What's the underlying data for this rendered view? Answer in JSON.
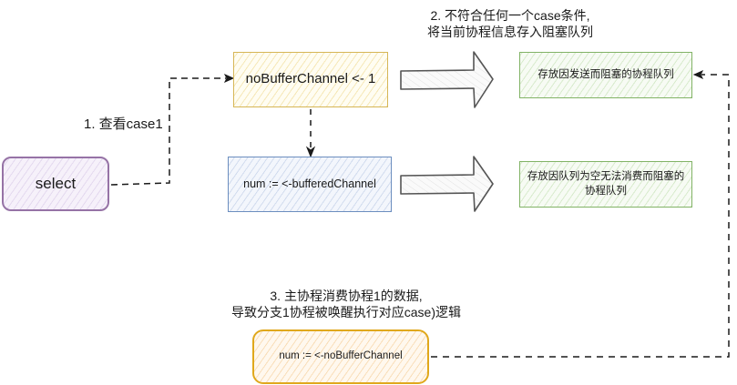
{
  "diagram": {
    "nodes": {
      "select": {
        "label": "select",
        "stroke": "#9673a6"
      },
      "send_case": {
        "label": "noBufferChannel <- 1",
        "stroke": "#d6b656"
      },
      "recv_case": {
        "label": "num := <-bufferedChannel",
        "stroke": "#6c8ebf"
      },
      "send_queue": {
        "label": "存放因发送而阻塞的协程队列",
        "stroke": "#82b366"
      },
      "recv_queue": {
        "label": "存放因队列为空无法消费而阻塞的协程队列",
        "stroke": "#82b366"
      },
      "consume": {
        "label": "num := <-noBufferChannel",
        "stroke": "#d79b00"
      }
    },
    "annotations": {
      "step1": "1. 查看case1",
      "step2_line1": "2. 不符合任何一个case条件,",
      "step2_line2": "将当前协程信息存入阻塞队列",
      "step3_line1": "3. 主协程消费协程1的数据,",
      "step3_line2": "导致分支1协程被唤醒执行对应case)逻辑"
    },
    "edges": [
      {
        "from": "select",
        "to": "send_case",
        "style": "dashed"
      },
      {
        "from": "send_case",
        "to": "recv_case",
        "style": "dashed"
      },
      {
        "from": "send_case",
        "to": "send_queue",
        "style": "block-arrow"
      },
      {
        "from": "recv_case",
        "to": "recv_queue",
        "style": "block-arrow"
      },
      {
        "from": "consume",
        "to": "send_queue",
        "style": "dashed"
      }
    ]
  }
}
